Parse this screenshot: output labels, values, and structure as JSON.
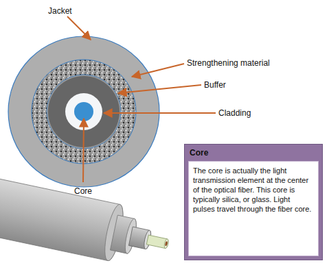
{
  "diagram": {
    "nodes": [
      {
        "text": [
          "Core",
          "The core is actually the light transmission element at the center of the optical fiber. This core is typically silica, or glass. Light pulses travel through the fiber core."
        ]
      }
    ],
    "labels": [
      "Jacket",
      "Strengthening material",
      "Buffer",
      "Cladding",
      "Core"
    ]
  }
}
